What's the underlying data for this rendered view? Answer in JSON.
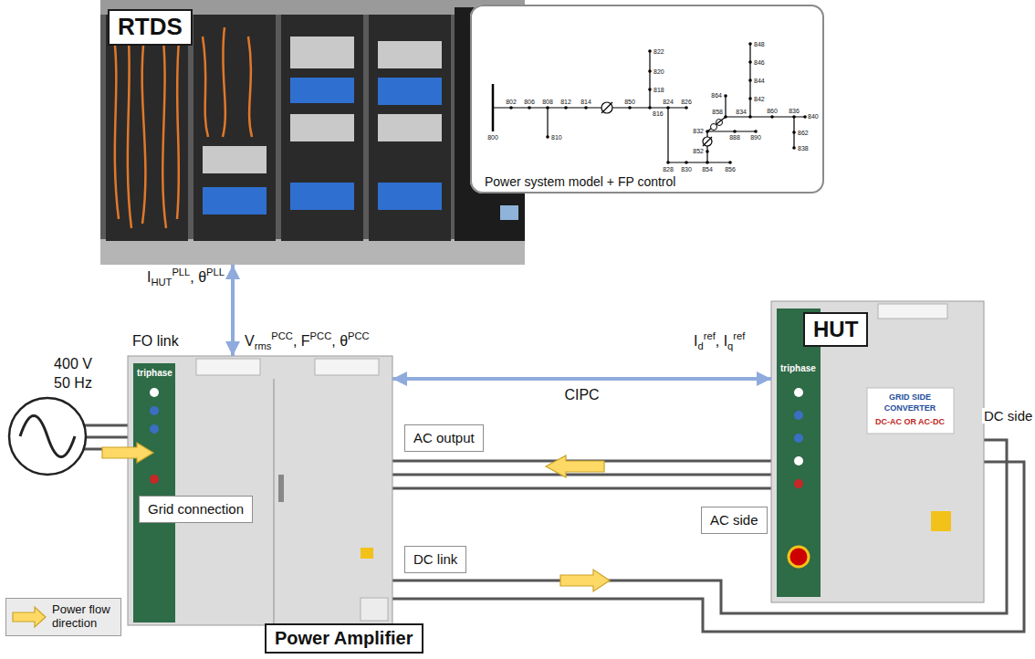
{
  "diagram": {
    "nodes": [
      {
        "text": [
          "RTDS"
        ]
      },
      {
        "text": [
          "Power system model + FP control"
        ]
      },
      {
        "text": [
          "Power Amplifier"
        ]
      },
      {
        "text": [
          "Grid connection"
        ],
        "in": 2
      },
      {
        "text": [
          "AC output"
        ]
      },
      {
        "text": [
          "DC link"
        ]
      },
      {
        "text": [
          "HUT"
        ]
      },
      {
        "text": [
          "AC side"
        ]
      }
    ],
    "edges": [
      {
        "from": 0,
        "to": 2,
        "arrow": "both"
      },
      {
        "from": 2,
        "to": 6,
        "arrow": "both",
        "label": "CIPC"
      }
    ],
    "labels": [
      "400 V",
      "50 Hz",
      "FO link",
      "I",
      "HUT",
      "PLL",
      ", θ",
      "PLL",
      "V",
      "rms",
      "PCC",
      ", F",
      "PCC",
      ", θ",
      "PCC",
      "I",
      "d",
      "ref",
      ", I",
      "q",
      "ref",
      "DC side",
      "triphase",
      "triphase",
      "GRID SIDE",
      "CONVERTER",
      "DC-AC OR AC-DC",
      "800",
      "802",
      "806",
      "808",
      "810",
      "812",
      "814",
      "850",
      "816",
      "818",
      "820",
      "822",
      "824",
      "826",
      "828",
      "830",
      "854",
      "856",
      "852",
      "832",
      "858",
      "864",
      "888",
      "890",
      "834",
      "842",
      "844",
      "846",
      "848",
      "860",
      "836",
      "840",
      "862",
      "838"
    ],
    "legend": [
      {
        "text": "Power flow direction"
      }
    ]
  }
}
